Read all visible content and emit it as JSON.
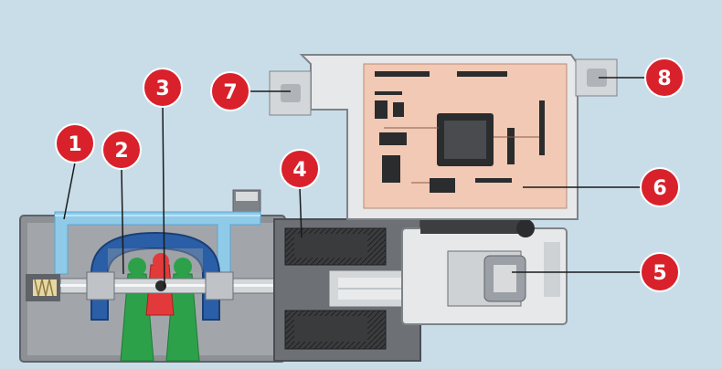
{
  "callouts": [
    {
      "number": "1"
    },
    {
      "number": "2"
    },
    {
      "number": "3"
    },
    {
      "number": "4"
    },
    {
      "number": "5"
    },
    {
      "number": "6"
    },
    {
      "number": "7"
    },
    {
      "number": "8"
    }
  ],
  "colors": {
    "background": "#c9dde9",
    "callout": "#d9212b",
    "body_grey": "#8d9196",
    "channel_blue": "#8fcbe9",
    "coil_blue": "#2a5fa8",
    "port_green": "#2da14a",
    "spool_red": "#e23a3a",
    "electronics_board": "#f2c9b4",
    "housing_light": "#e6e8ea",
    "coil_dark": "#2b2c2e"
  },
  "icons": {
    "callout_marker": "red-circle-number-icon",
    "connector": "connector-plug-icon",
    "chip": "microcontroller-chip-icon"
  }
}
